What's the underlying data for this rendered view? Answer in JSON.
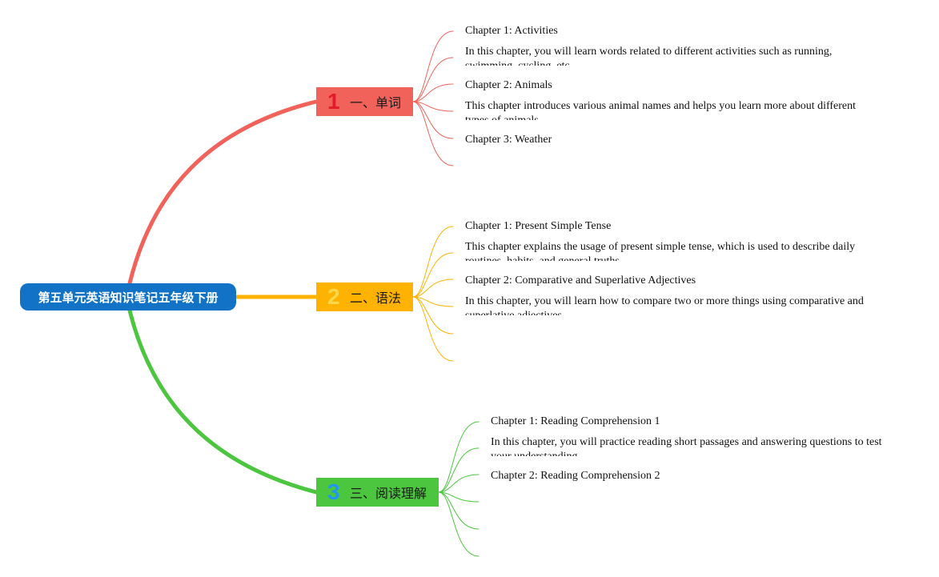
{
  "root": {
    "label": "第五单元英语知识笔记五年级下册"
  },
  "branches": [
    {
      "number": "1",
      "label": "一、单词",
      "color": "#f0625a",
      "number_color": "#e11b2b",
      "leaves": [
        "Chapter 1: Activities",
        "In this chapter, you will learn words related to different activities such as running, swimming, cycling, etc.",
        "Chapter 2: Animals",
        "This chapter introduces various animal names and helps you learn more about different types of animals.",
        "Chapter 3: Weather",
        ""
      ]
    },
    {
      "number": "2",
      "label": "二、语法",
      "color": "#ffb300",
      "number_color": "#ffd84a",
      "leaves": [
        "Chapter 1: Present Simple Tense",
        "This chapter explains the usage of present simple tense, which is used to describe daily routines, habits, and general truths.",
        "Chapter 2: Comparative and Superlative Adjectives",
        "In this chapter, you will learn how to compare two or more things using comparative and superlative adjectives.",
        "",
        ""
      ]
    },
    {
      "number": "3",
      "label": "三、阅读理解",
      "color": "#4cc63e",
      "number_color": "#2196f3",
      "leaves": [
        "Chapter 1: Reading Comprehension 1",
        "In this chapter, you will practice reading short passages and answering questions to test your understanding.",
        "Chapter 2: Reading Comprehension 2",
        "",
        "",
        ""
      ]
    }
  ]
}
